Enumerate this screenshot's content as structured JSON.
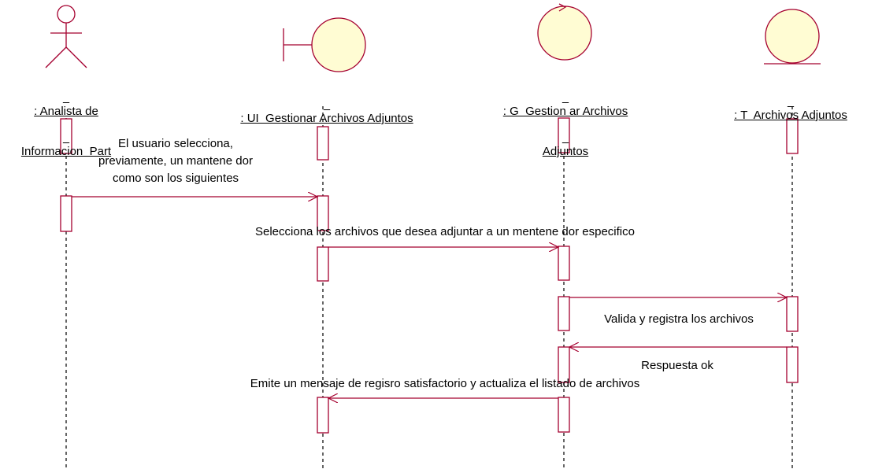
{
  "colors": {
    "stroke": "#a5002f",
    "fill": "#fffcd3",
    "lifeline": "#000000",
    "text": "#000000"
  },
  "participants": [
    {
      "kind": "actor",
      "icon": "actor-icon",
      "label_line1": ": Analista de",
      "label_line2": "Informacion  Part"
    },
    {
      "kind": "boundary",
      "icon": "boundary-icon",
      "label_line1": ": UI  Gestionar Archivos Adjuntos",
      "label_line2": ""
    },
    {
      "kind": "control",
      "icon": "control-icon",
      "label_line1": ": G  Gestion ar Archivos",
      "label_line2": "Adjuntos"
    },
    {
      "kind": "entity",
      "icon": "entity-icon",
      "label_line1": ": T  Archivos Adjuntos",
      "label_line2": ""
    }
  ],
  "messages": [
    {
      "from": 0,
      "to": 1,
      "text": "El usuario selecciona,\npreviamente, un mantene dor\ncomo son los siguientes"
    },
    {
      "from": 1,
      "to": 2,
      "text": "Selecciona los archivos que desea adjuntar a un mentene dor especifico"
    },
    {
      "from": 2,
      "to": 3,
      "text": "Valida y registra los archivos"
    },
    {
      "from": 3,
      "to": 2,
      "text": "Respuesta ok"
    },
    {
      "from": 2,
      "to": 1,
      "text": "Emite un mensaje de regisro satisfactorio y actualiza el listado de archivos"
    }
  ]
}
